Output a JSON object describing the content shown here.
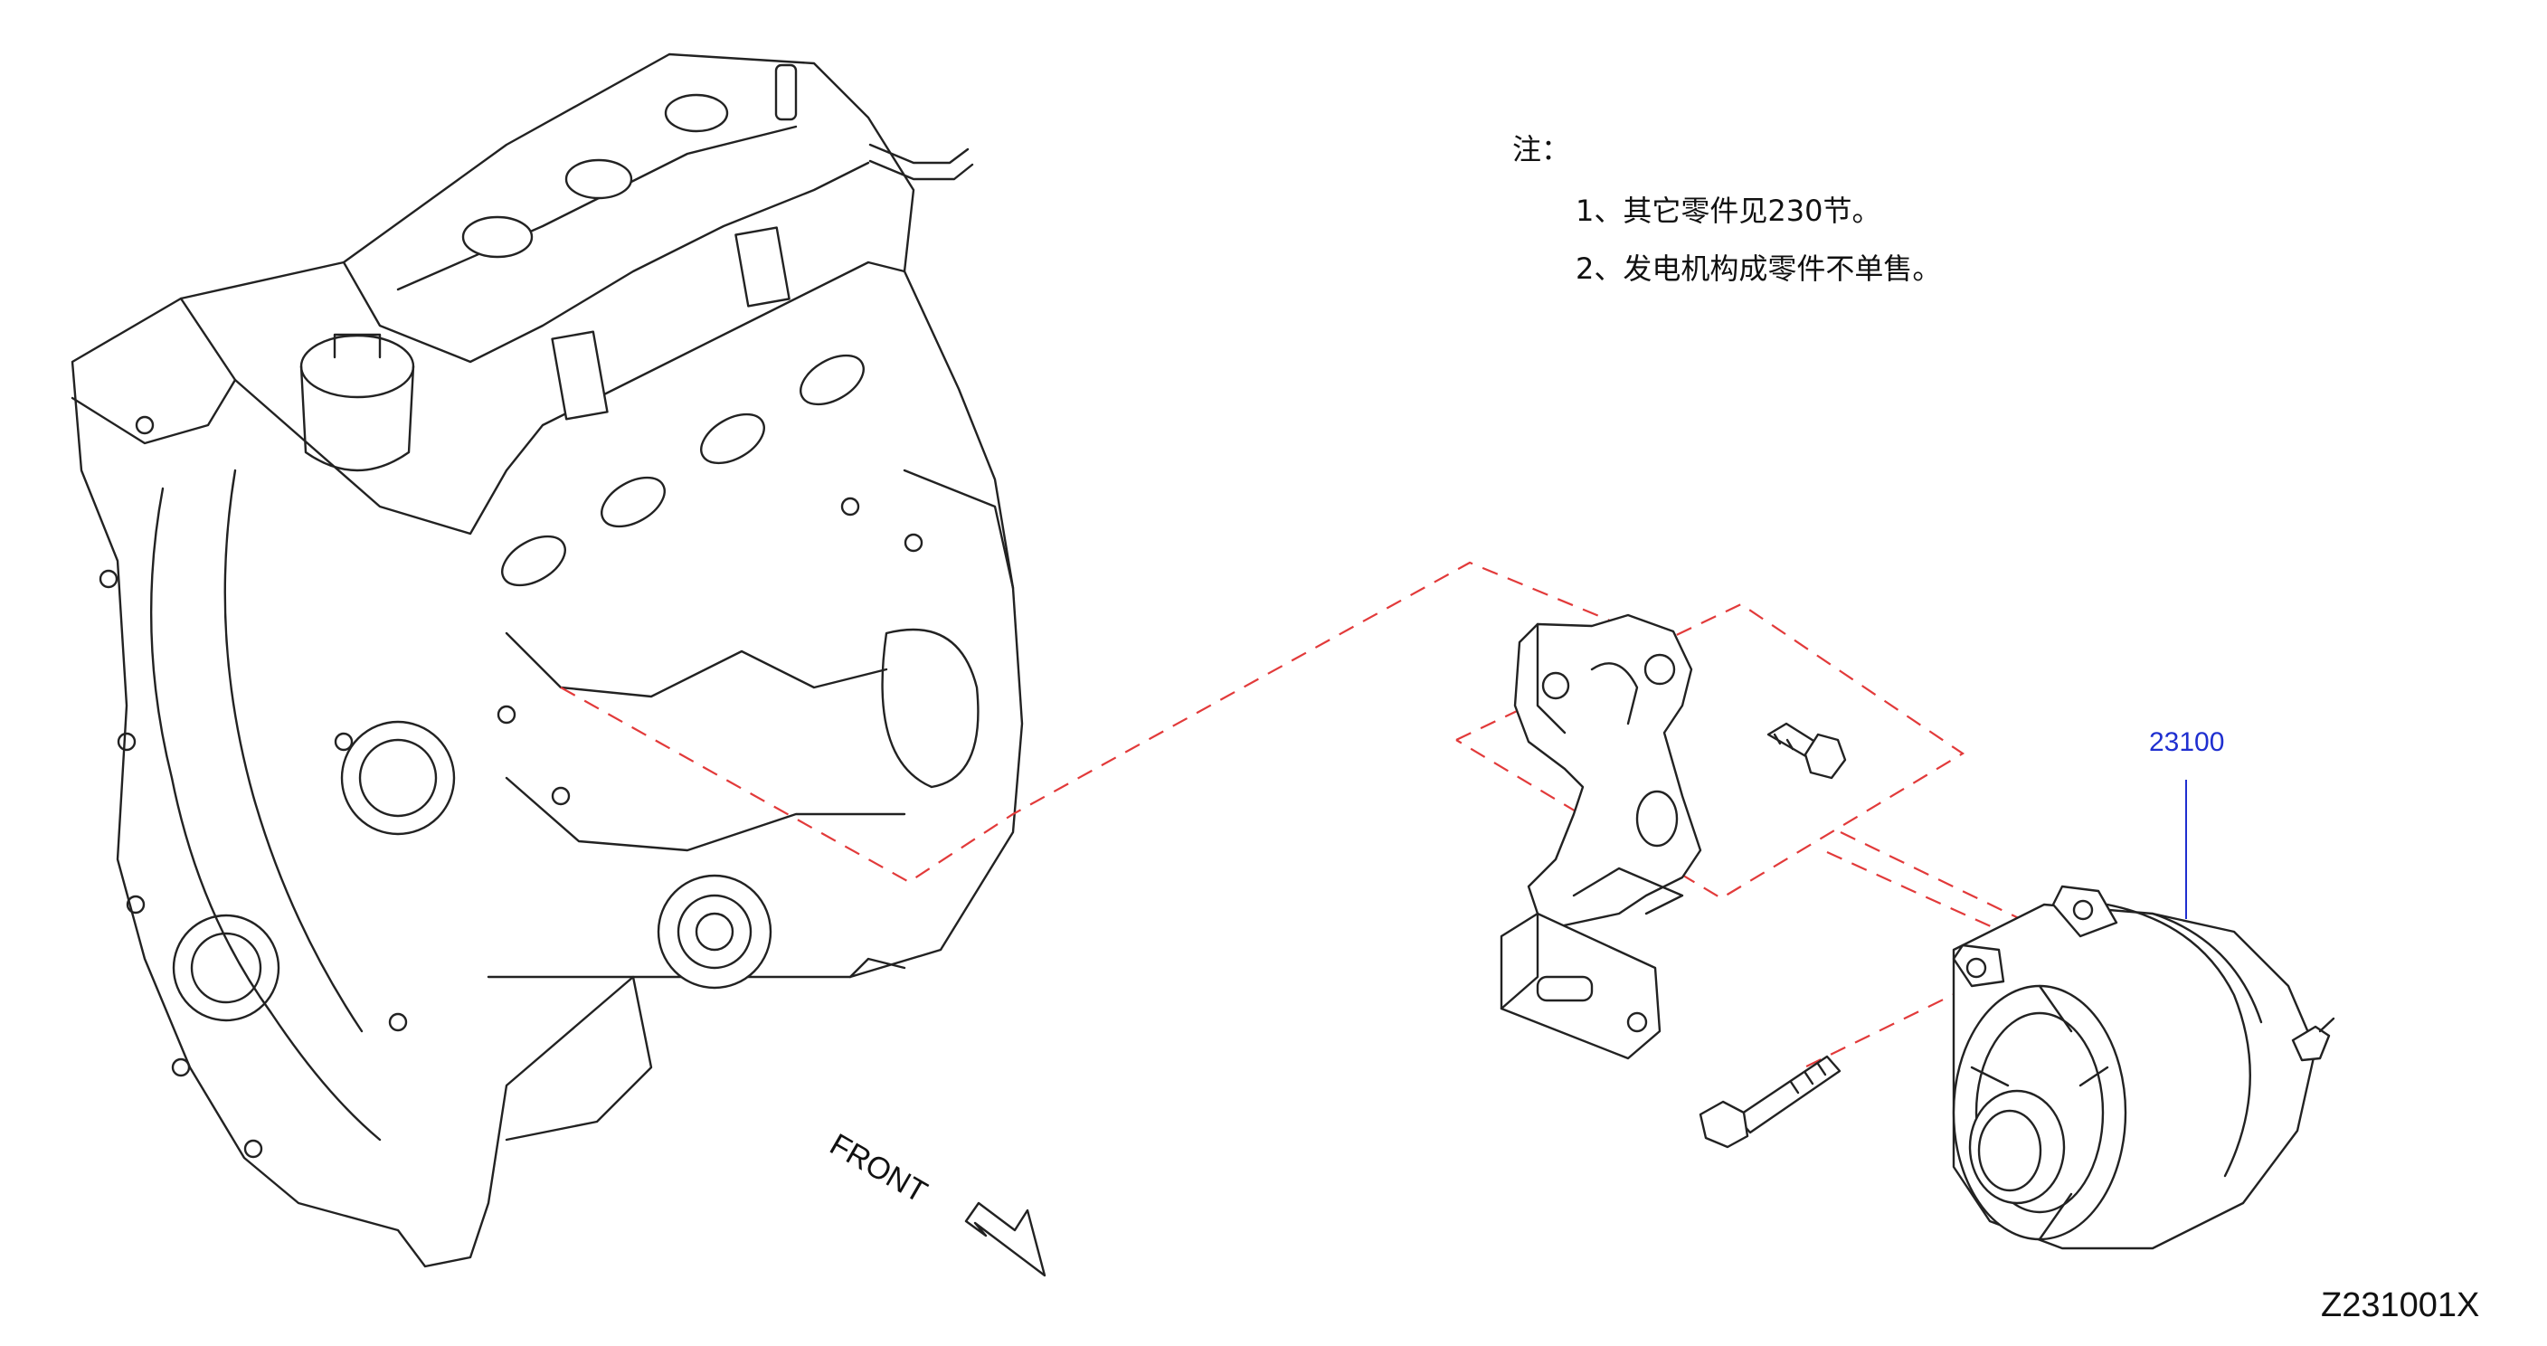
{
  "notes": {
    "title": "注：",
    "items": [
      "1、其它零件见230节。",
      "2、发电机构成零件不单售。"
    ]
  },
  "callouts": [
    {
      "part_number": "23100"
    }
  ],
  "direction_label": "FRONT",
  "diagram_id": "Z231001X",
  "colors": {
    "callout_text": "#1f2fd0",
    "leader_line": "#1f2fd0",
    "dashed_guides": "#e23a3a",
    "line_art": "#222222"
  }
}
